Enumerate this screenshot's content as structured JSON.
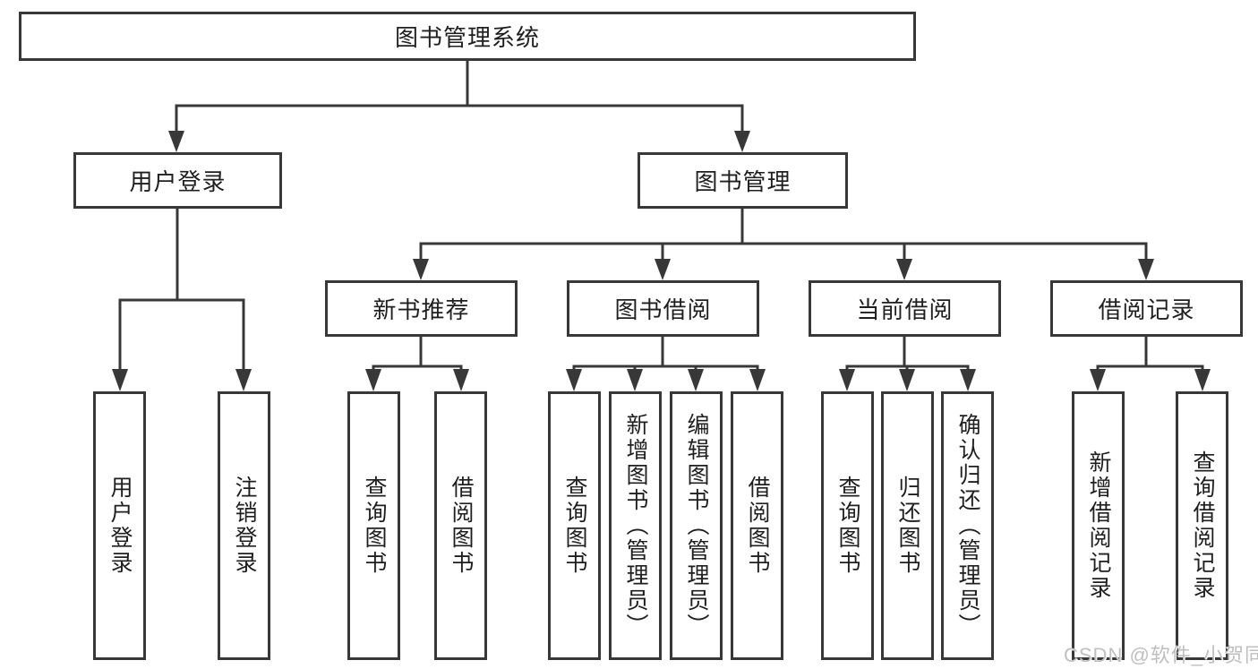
{
  "tree": {
    "label": "图书管理系统",
    "children": [
      {
        "label": "用户登录",
        "children": [
          {
            "label": "用户登录"
          },
          {
            "label": "注销登录"
          }
        ]
      },
      {
        "label": "图书管理",
        "children": [
          {
            "label": "新书推荐",
            "children": [
              {
                "label": "查询图书"
              },
              {
                "label": "借阅图书"
              }
            ]
          },
          {
            "label": "图书借阅",
            "children": [
              {
                "label": "查询图书"
              },
              {
                "label": "新增图书（管理员）"
              },
              {
                "label": "编辑图书（管理员）"
              },
              {
                "label": "借阅图书"
              }
            ]
          },
          {
            "label": "当前借阅",
            "children": [
              {
                "label": "查询图书"
              },
              {
                "label": "归还图书"
              },
              {
                "label": "确认归还（管理员）"
              }
            ]
          },
          {
            "label": "借阅记录",
            "children": [
              {
                "label": "新增借阅记录"
              },
              {
                "label": "查询借阅记录"
              }
            ]
          }
        ]
      }
    ]
  },
  "watermark": {
    "text": "CSDN @软件_小贺同学"
  },
  "colors": {
    "line": "#383838",
    "box_border": "#383838",
    "text": "#1f1f1f",
    "watermark": "#bfbfbf",
    "background": "#ffffff"
  }
}
